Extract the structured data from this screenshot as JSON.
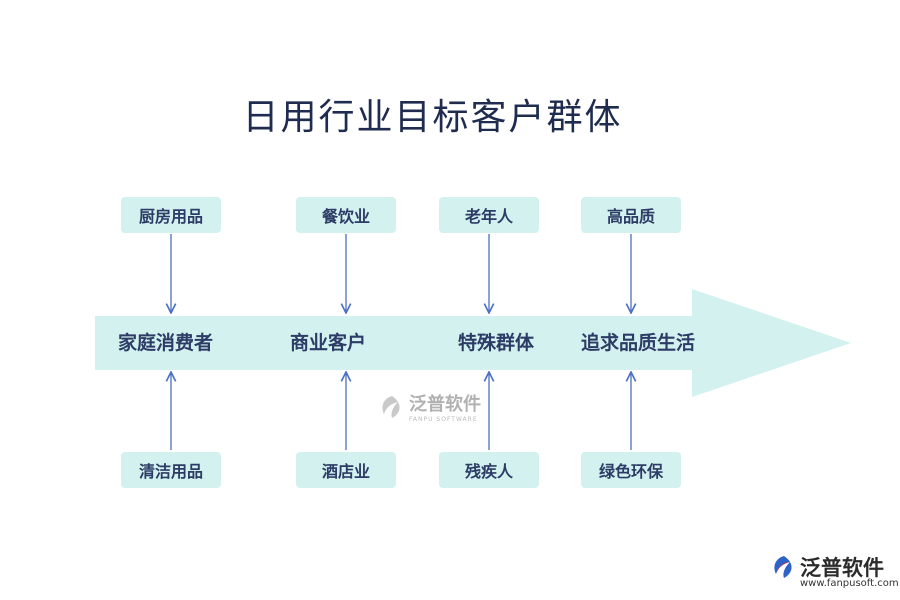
{
  "title": "日用行业目标客户群体",
  "categories": [
    "家庭消费者",
    "商业客户",
    "特殊群体",
    "追求品质生活"
  ],
  "top_items": [
    "厨房用品",
    "餐饮业",
    "老年人",
    "高品质"
  ],
  "bottom_items": [
    "清洁用品",
    "酒店业",
    "残疾人",
    "绿色环保"
  ],
  "watermark": {
    "name": "泛普软件",
    "sub": "FANPU SOFTWARE"
  },
  "logo": {
    "name": "泛普软件",
    "url": "www.fanpusoft.com"
  },
  "colors": {
    "arrow": "#d3f2ef",
    "connector": "#4a6fc4",
    "text": "#2d3c66",
    "logo_red": "#e0322b",
    "logo_blue": "#2b63c9"
  }
}
